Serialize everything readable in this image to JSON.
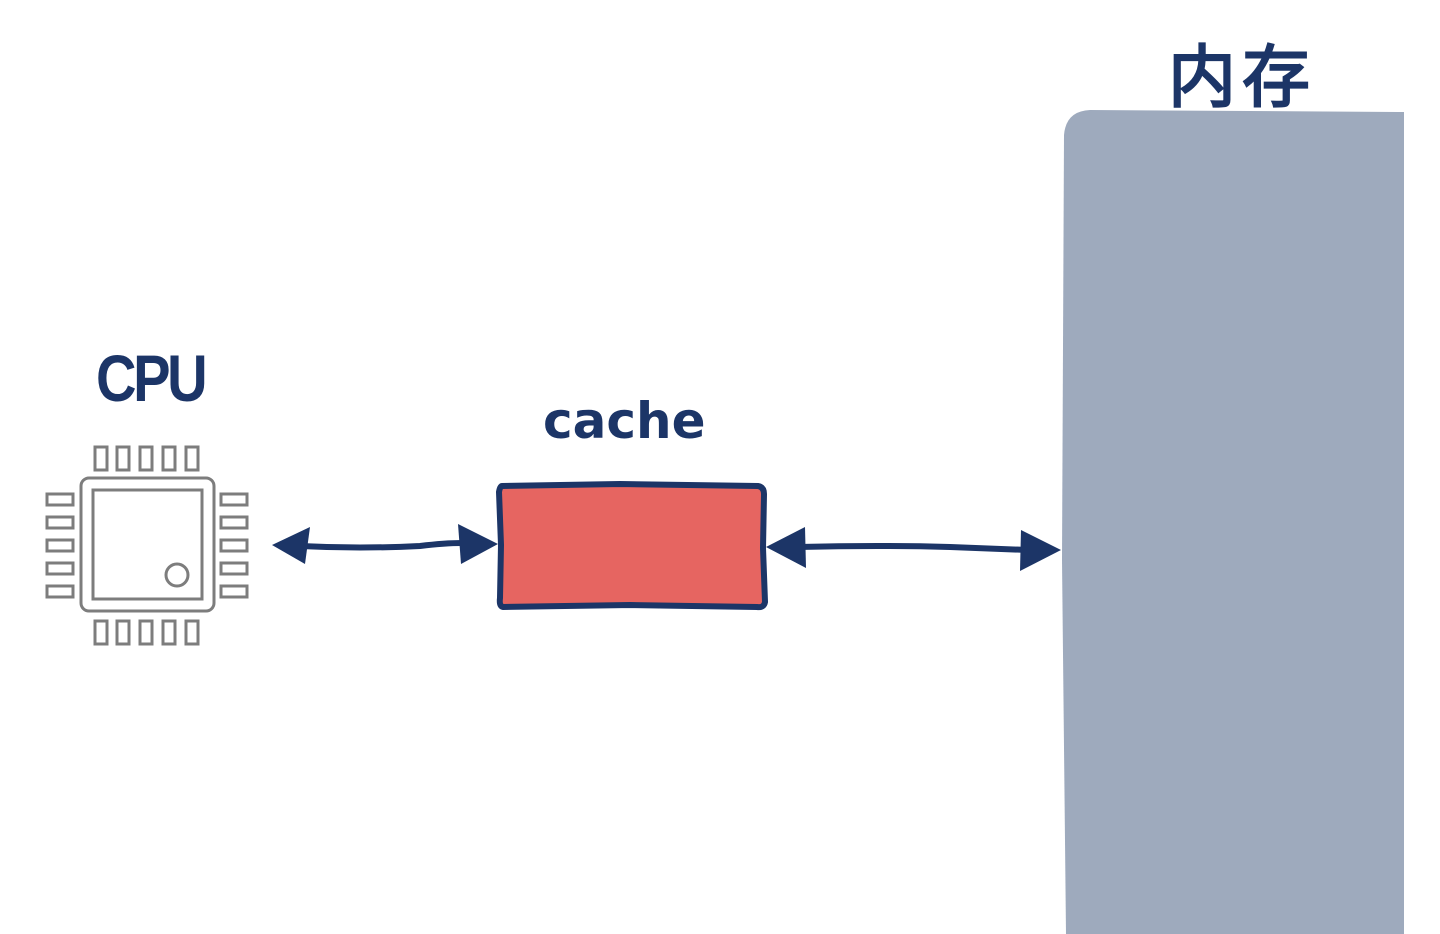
{
  "cpu": {
    "label": "CPU",
    "icon": "cpu-chip-icon"
  },
  "cache": {
    "label": "cache"
  },
  "memory": {
    "label": "内存"
  },
  "colors": {
    "ink": "#1c3567",
    "cache_fill": "#e66561",
    "memory_fill": "#9eaabd",
    "chip_stroke": "#7d7d7d"
  },
  "connections": [
    {
      "from": "cpu",
      "to": "cache",
      "direction": "bidirectional"
    },
    {
      "from": "cache",
      "to": "memory",
      "direction": "bidirectional"
    }
  ]
}
